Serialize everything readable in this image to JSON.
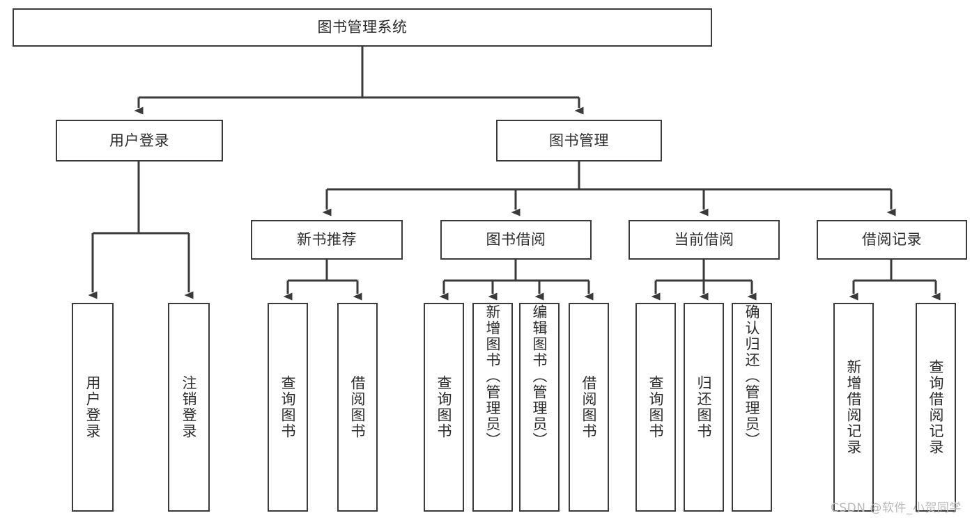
{
  "diagram": {
    "title": "图书管理系统",
    "type": "tree-hierarchy",
    "background_color": "#ffffff",
    "box_border_color": "#3a3a3a",
    "text_color": "#2b2b2b",
    "nodes": {
      "root": {
        "label": "图书管理系统",
        "level": 0
      },
      "user_login": {
        "label": "用户登录",
        "level": 1
      },
      "book_manage": {
        "label": "图书管理",
        "level": 1
      },
      "new_book_rec": {
        "label": "新书推荐",
        "level": 2
      },
      "book_borrow": {
        "label": "图书借阅",
        "level": 2
      },
      "current_borrow": {
        "label": "当前借阅",
        "level": 2
      },
      "borrow_record": {
        "label": "借阅记录",
        "level": 2
      },
      "leaf_user_login": {
        "label": "用户登录",
        "level": 3
      },
      "leaf_logout": {
        "label": "注销登录",
        "level": 3
      },
      "leaf_query_book_1": {
        "label": "查询图书",
        "level": 3
      },
      "leaf_borrow_book_1": {
        "label": "借阅图书",
        "level": 3
      },
      "leaf_query_book_2": {
        "label": "查询图书",
        "level": 3
      },
      "leaf_add_book": {
        "label": "新增图书（管理员）",
        "level": 3
      },
      "leaf_edit_book": {
        "label": "编辑图书（管理员）",
        "level": 3
      },
      "leaf_borrow_book_2": {
        "label": "借阅图书",
        "level": 3
      },
      "leaf_query_book_3": {
        "label": "查询图书",
        "level": 3
      },
      "leaf_return_book": {
        "label": "归还图书",
        "level": 3
      },
      "leaf_confirm_return": {
        "label": "确认归还（管理员）",
        "level": 3
      },
      "leaf_add_record": {
        "label": "新增借阅记录",
        "level": 3
      },
      "leaf_query_record": {
        "label": "查询借阅记录",
        "level": 3
      }
    },
    "edges": [
      {
        "from": "root",
        "to": "user_login"
      },
      {
        "from": "root",
        "to": "book_manage"
      },
      {
        "from": "book_manage",
        "to": "new_book_rec"
      },
      {
        "from": "book_manage",
        "to": "book_borrow"
      },
      {
        "from": "book_manage",
        "to": "current_borrow"
      },
      {
        "from": "book_manage",
        "to": "borrow_record"
      },
      {
        "from": "user_login",
        "to": "leaf_user_login"
      },
      {
        "from": "user_login",
        "to": "leaf_logout"
      },
      {
        "from": "new_book_rec",
        "to": "leaf_query_book_1"
      },
      {
        "from": "new_book_rec",
        "to": "leaf_borrow_book_1"
      },
      {
        "from": "book_borrow",
        "to": "leaf_query_book_2"
      },
      {
        "from": "book_borrow",
        "to": "leaf_add_book"
      },
      {
        "from": "book_borrow",
        "to": "leaf_edit_book"
      },
      {
        "from": "book_borrow",
        "to": "leaf_borrow_book_2"
      },
      {
        "from": "current_borrow",
        "to": "leaf_query_book_3"
      },
      {
        "from": "current_borrow",
        "to": "leaf_return_book"
      },
      {
        "from": "current_borrow",
        "to": "leaf_confirm_return"
      },
      {
        "from": "borrow_record",
        "to": "leaf_add_record"
      },
      {
        "from": "borrow_record",
        "to": "leaf_query_record"
      }
    ]
  },
  "watermark": {
    "text": "CSDN @软件_小贺同学",
    "color": "#b9b9b9"
  }
}
